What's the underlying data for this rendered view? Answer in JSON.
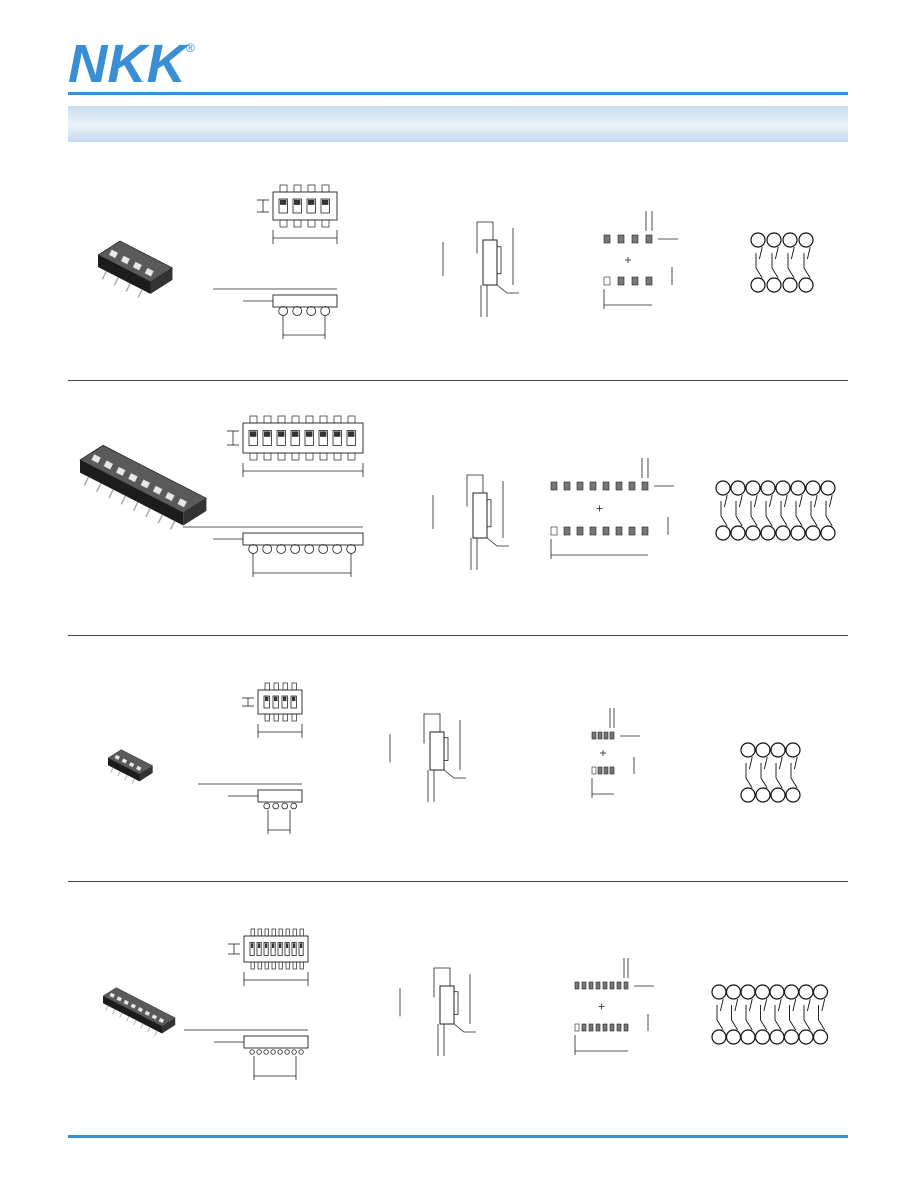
{
  "brand": {
    "name": "NKK",
    "mark": "®",
    "color": "#3a8fd4"
  },
  "rows": [
    {
      "id": "row-1",
      "positions": 4,
      "style": "standard"
    },
    {
      "id": "row-2",
      "positions": 8,
      "style": "standard"
    },
    {
      "id": "row-3",
      "positions": 4,
      "style": "miniature"
    },
    {
      "id": "row-4",
      "positions": 8,
      "style": "miniature"
    }
  ]
}
